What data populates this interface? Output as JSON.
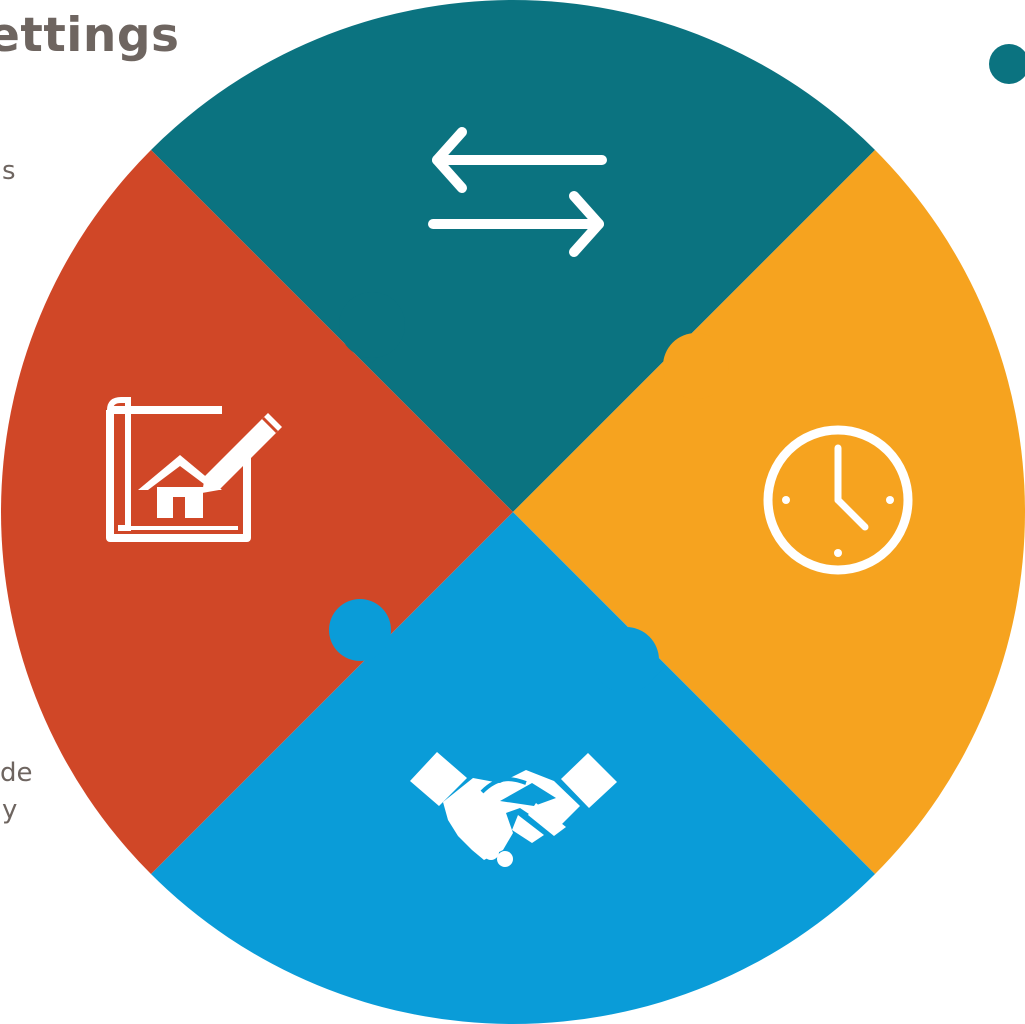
{
  "heading": "ettings",
  "side_text": {
    "top_fragment": "s",
    "bottom_fragment_1": "de",
    "bottom_fragment_2": "y"
  },
  "puzzle": {
    "pieces": [
      {
        "name": "top",
        "color": "#0b7380",
        "icon": "exchange-arrows-icon"
      },
      {
        "name": "right",
        "color": "#f6a31f",
        "icon": "clock-icon"
      },
      {
        "name": "bottom",
        "color": "#0a9cd8",
        "icon": "handshake-icon"
      },
      {
        "name": "left",
        "color": "#d04727",
        "icon": "house-blueprint-icon"
      }
    ]
  },
  "bullet_color": "#0b7380"
}
